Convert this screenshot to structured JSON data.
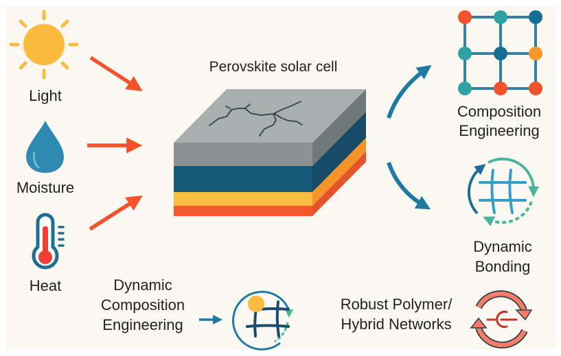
{
  "title": "Perovskite solar cell",
  "stressors": [
    {
      "label": "Light",
      "icon": "sun-icon"
    },
    {
      "label": "Moisture",
      "icon": "water-drop-icon"
    },
    {
      "label": "Heat",
      "icon": "thermometer-icon"
    }
  ],
  "strategies": {
    "composition": {
      "line1": "Composition",
      "line2": "Engineering",
      "icon": "lattice-grid-icon"
    },
    "bonding": {
      "line1": "Dynamic",
      "line2": "Bonding",
      "icon": "dynamic-bond-cycle-icon"
    },
    "dynamic_composition": {
      "line1": "Dynamic",
      "line2": "Composition",
      "line3": "Engineering",
      "icon": "dynamic-lattice-cycle-icon"
    },
    "polymer": {
      "line1": "Robust Polymer/",
      "line2": "Hybrid Networks",
      "icon": "polymer-network-cycle-icon"
    }
  },
  "cell": {
    "layers": [
      {
        "name": "top-layer",
        "color": "#8a9392",
        "top_color": "#a7b0af",
        "side_color": "#6f7978"
      },
      {
        "name": "perovskite-layer",
        "color": "#155a78",
        "side_color": "#184b66"
      },
      {
        "name": "transport-layer",
        "color": "#fbbd3e",
        "side_color": "#f7932b"
      },
      {
        "name": "substrate-layer",
        "color": "#f2592a",
        "side_color": "#e3542a"
      }
    ],
    "crack_color": "#3d4a50"
  },
  "colors": {
    "background": "#fbf8f2",
    "stress_arrow": "#f2532d",
    "strategy_arrow": "#1f7aa3",
    "sun": "#fbbb3f",
    "drop": "#2e8ab0",
    "thermo_outline": "#1f6f93",
    "thermo_fill": "#ee4034",
    "node_red": "#f2532d",
    "node_teal": "#2fa3a3",
    "node_blue": "#146d93",
    "node_orange": "#f8982a",
    "grid_line": "#2f82a3",
    "cycle_blue": "#1f6f93",
    "cycle_teal": "#4cb39d",
    "hash_blue": "#3a9cc8",
    "polymer_fill": "#f57e6b",
    "polymer_outline": "#2f3a3f",
    "polymer_center": "#c8302a",
    "yellow_dot": "#fbbb3f",
    "dark_net": "#1c4a6a"
  }
}
